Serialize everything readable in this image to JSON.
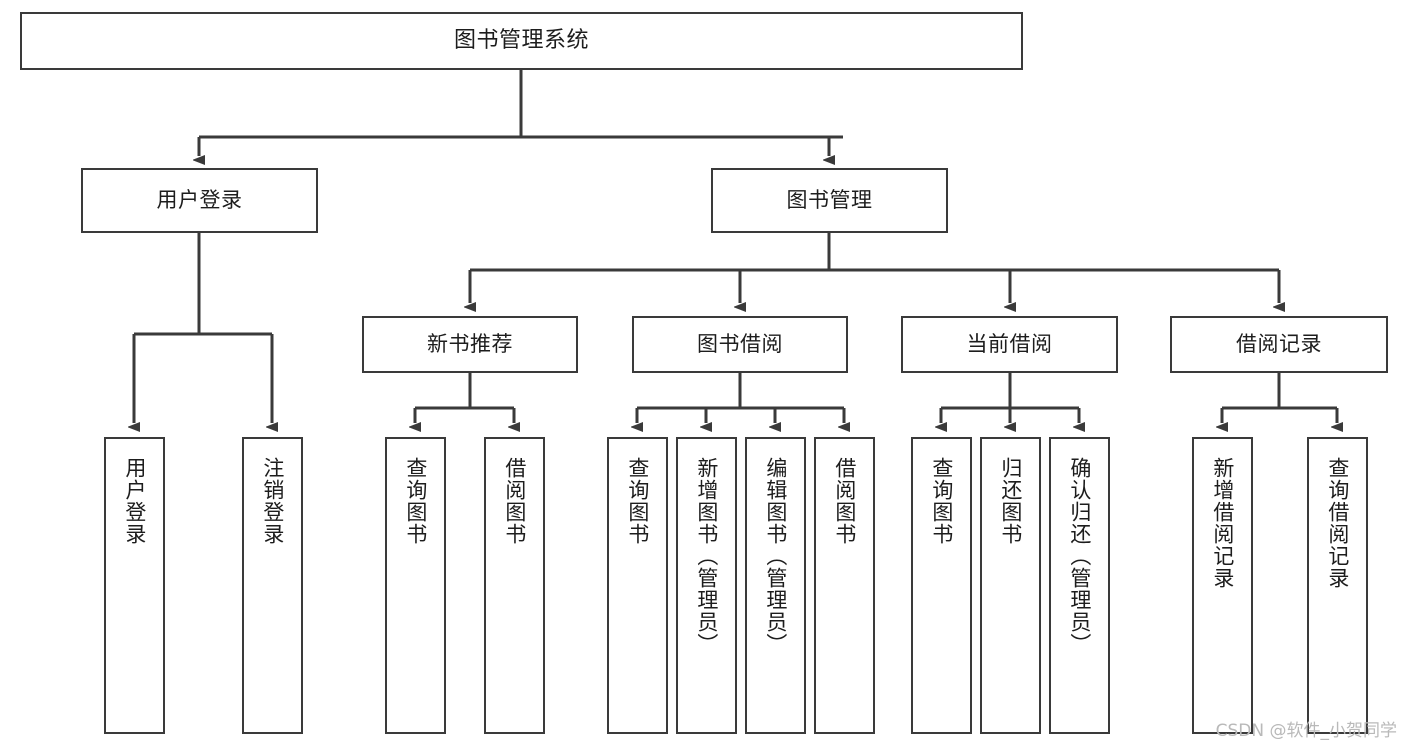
{
  "diagram": {
    "title": "图书管理系统",
    "type": "tree-hierarchy-chart",
    "stroke_color": "#3a3a3a",
    "fill_color": "#ffffff",
    "text_color": "#1d1d1d"
  },
  "nodes": {
    "root": {
      "label": "图书管理系统"
    },
    "level2": [
      {
        "label": "用户登录"
      },
      {
        "label": "图书管理"
      }
    ],
    "level3": [
      {
        "label": "新书推荐"
      },
      {
        "label": "图书借阅"
      },
      {
        "label": "当前借阅"
      },
      {
        "label": "借阅记录"
      }
    ],
    "leaves": {
      "user_login": [
        {
          "label": "用户登录"
        },
        {
          "label": "注销登录"
        }
      ],
      "new_book_recommend": [
        {
          "label": "查询图书"
        },
        {
          "label": "借阅图书"
        }
      ],
      "book_borrow": [
        {
          "label": "查询图书"
        },
        {
          "label": "新增图书（管理员）"
        },
        {
          "label": "编辑图书（管理员）"
        },
        {
          "label": "借阅图书"
        }
      ],
      "current_borrow": [
        {
          "label": "查询图书"
        },
        {
          "label": "归还图书"
        },
        {
          "label": "确认归还（管理员）"
        }
      ],
      "borrow_record": [
        {
          "label": "新增借阅记录"
        },
        {
          "label": "查询借阅记录"
        }
      ]
    }
  },
  "watermark": {
    "text": "CSDN @软件_小贺同学"
  }
}
